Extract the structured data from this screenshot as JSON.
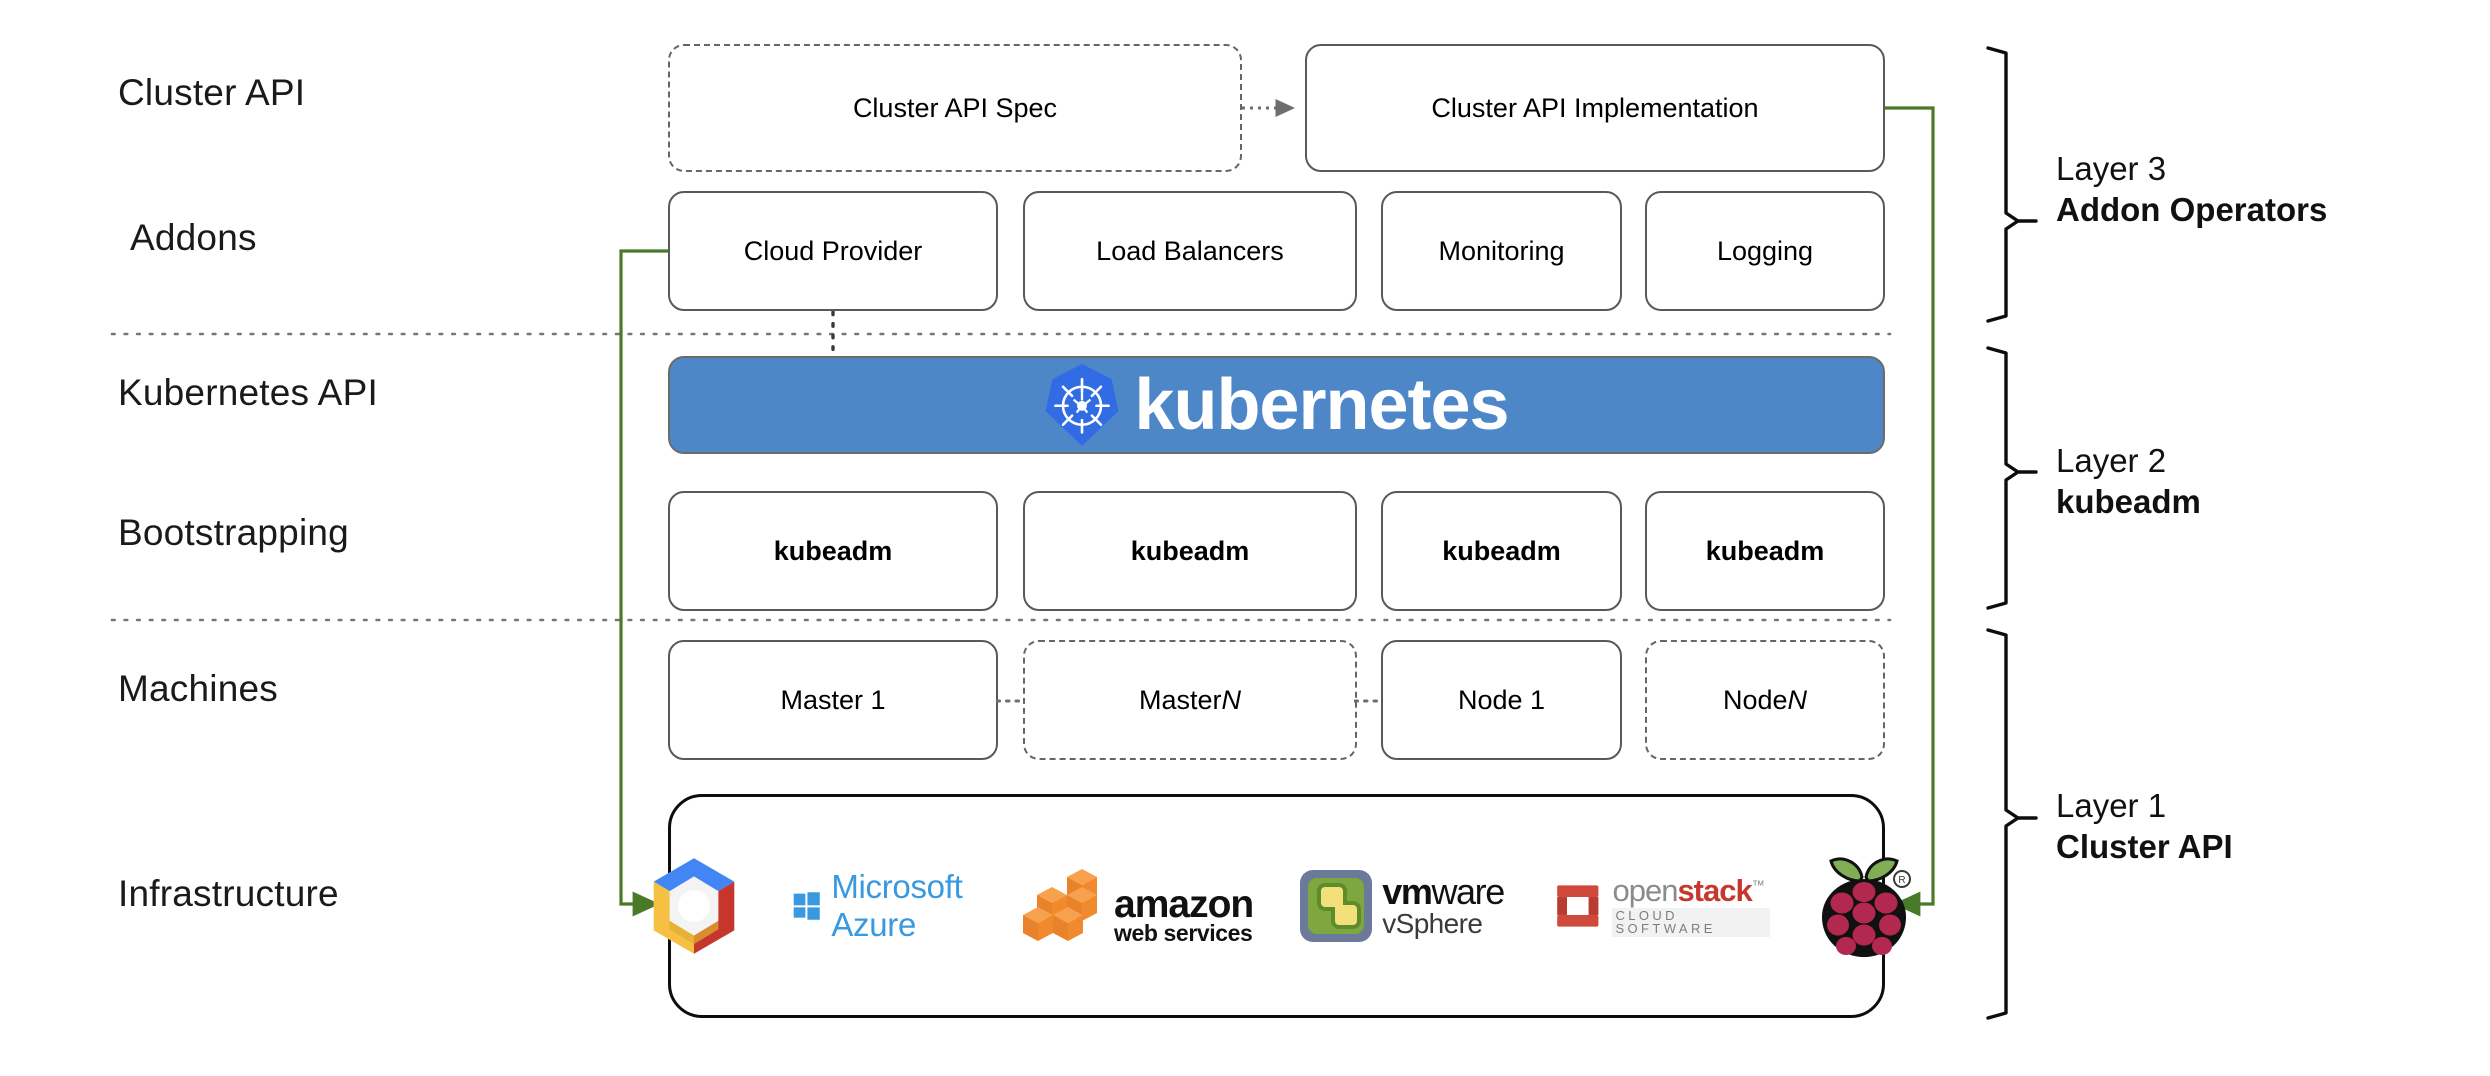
{
  "diagram": {
    "title": "Kubernetes Cluster API layered architecture",
    "background": "#ffffff",
    "accent_green": "#4a7a28",
    "k8s_banner_blue": "#4e87c7",
    "k8s_mark_blue": "#326ce5",
    "box_border": "#595959",
    "infra_border": "#0d0d0d"
  },
  "row_labels": [
    {
      "id": "cluster-api",
      "text": "Cluster API"
    },
    {
      "id": "addons",
      "text": "Addons"
    },
    {
      "id": "kubernetes-api",
      "text": "Kubernetes API"
    },
    {
      "id": "bootstrapping",
      "text": "Bootstrapping"
    },
    {
      "id": "machines",
      "text": "Machines"
    },
    {
      "id": "infrastructure",
      "text": "Infrastructure"
    }
  ],
  "cluster_api_row": {
    "spec": {
      "label": "Cluster API Spec",
      "border": "dashed"
    },
    "implementation": {
      "label": "Cluster API Implementation",
      "border": "solid"
    },
    "connector": "dotted-arrow-right"
  },
  "addons_row": {
    "boxes": [
      {
        "label": "Cloud Provider"
      },
      {
        "label": "Load Balancers"
      },
      {
        "label": "Monitoring"
      },
      {
        "label": "Logging"
      }
    ]
  },
  "kubernetes_row": {
    "wordmark": "kubernetes",
    "logo_icon": "kubernetes-helm-icon"
  },
  "bootstrapping_row": {
    "boxes": [
      {
        "label": "kubeadm"
      },
      {
        "label": "kubeadm"
      },
      {
        "label": "kubeadm"
      },
      {
        "label": "kubeadm"
      }
    ]
  },
  "machines_row": {
    "boxes": [
      {
        "label": "Master 1",
        "border": "solid",
        "italic_suffix": ""
      },
      {
        "label": "Master ",
        "border": "dashed",
        "italic_suffix": "N"
      },
      {
        "label": "Node 1",
        "border": "solid",
        "italic_suffix": ""
      },
      {
        "label": "Node ",
        "border": "dashed",
        "italic_suffix": "N"
      }
    ]
  },
  "infrastructure_row": {
    "logos": [
      {
        "name": "google-cloud-icon",
        "label": ""
      },
      {
        "name": "microsoft-azure-logo",
        "label": "Microsoft Azure"
      },
      {
        "name": "amazon-web-services-logo",
        "label_main": "amazon",
        "label_sub": "web services"
      },
      {
        "name": "vmware-vsphere-logo",
        "label_main_bold": "vm",
        "label_main_rest": "ware",
        "label_sub": "vSphere"
      },
      {
        "name": "openstack-logo",
        "label_main_grey": "open",
        "label_main_red": "stack",
        "label_tm": "™",
        "label_sub": "CLOUD SOFTWARE"
      },
      {
        "name": "raspberry-pi-logo",
        "label": ""
      }
    ]
  },
  "layer_brackets": [
    {
      "id": "layer-3",
      "line1": "Layer 3",
      "line2": "Addon Operators"
    },
    {
      "id": "layer-2",
      "line1": "Layer 2",
      "line2": "kubeadm"
    },
    {
      "id": "layer-1",
      "line1": "Layer 1",
      "line2": "Cluster API"
    }
  ]
}
